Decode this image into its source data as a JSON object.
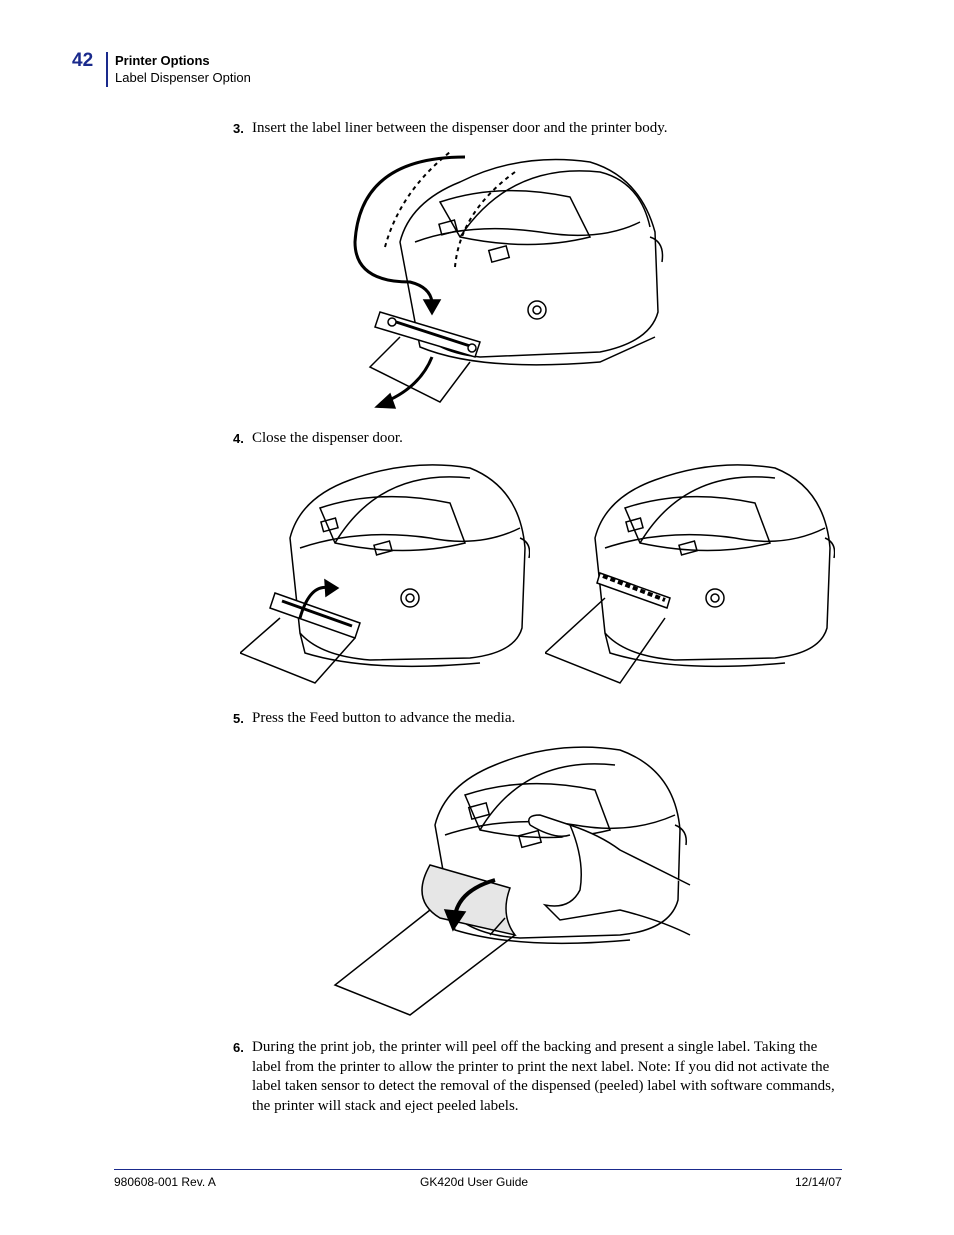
{
  "header": {
    "page_number": "42",
    "section": "Printer Options",
    "subsection": "Label Dispenser Option"
  },
  "steps": [
    {
      "number": "3.",
      "text": "Insert the label liner between the dispenser door and the printer body."
    },
    {
      "number": "4.",
      "text": "Close the dispenser door."
    },
    {
      "number": "5.",
      "text": "Press the Feed button to advance the media."
    },
    {
      "number": "6.",
      "text": "During the print job, the printer will peel off the backing and present a single label. Taking the label from the printer to allow the printer to print the next label. Note: If you did not activate the label taken sensor to detect the removal of the dispensed (peeled) label with software commands, the printer will stack and eject peeled labels."
    }
  ],
  "footer": {
    "doc_number": "980608-001 Rev. A",
    "title": "GK420d User Guide",
    "date": "12/14/07"
  }
}
